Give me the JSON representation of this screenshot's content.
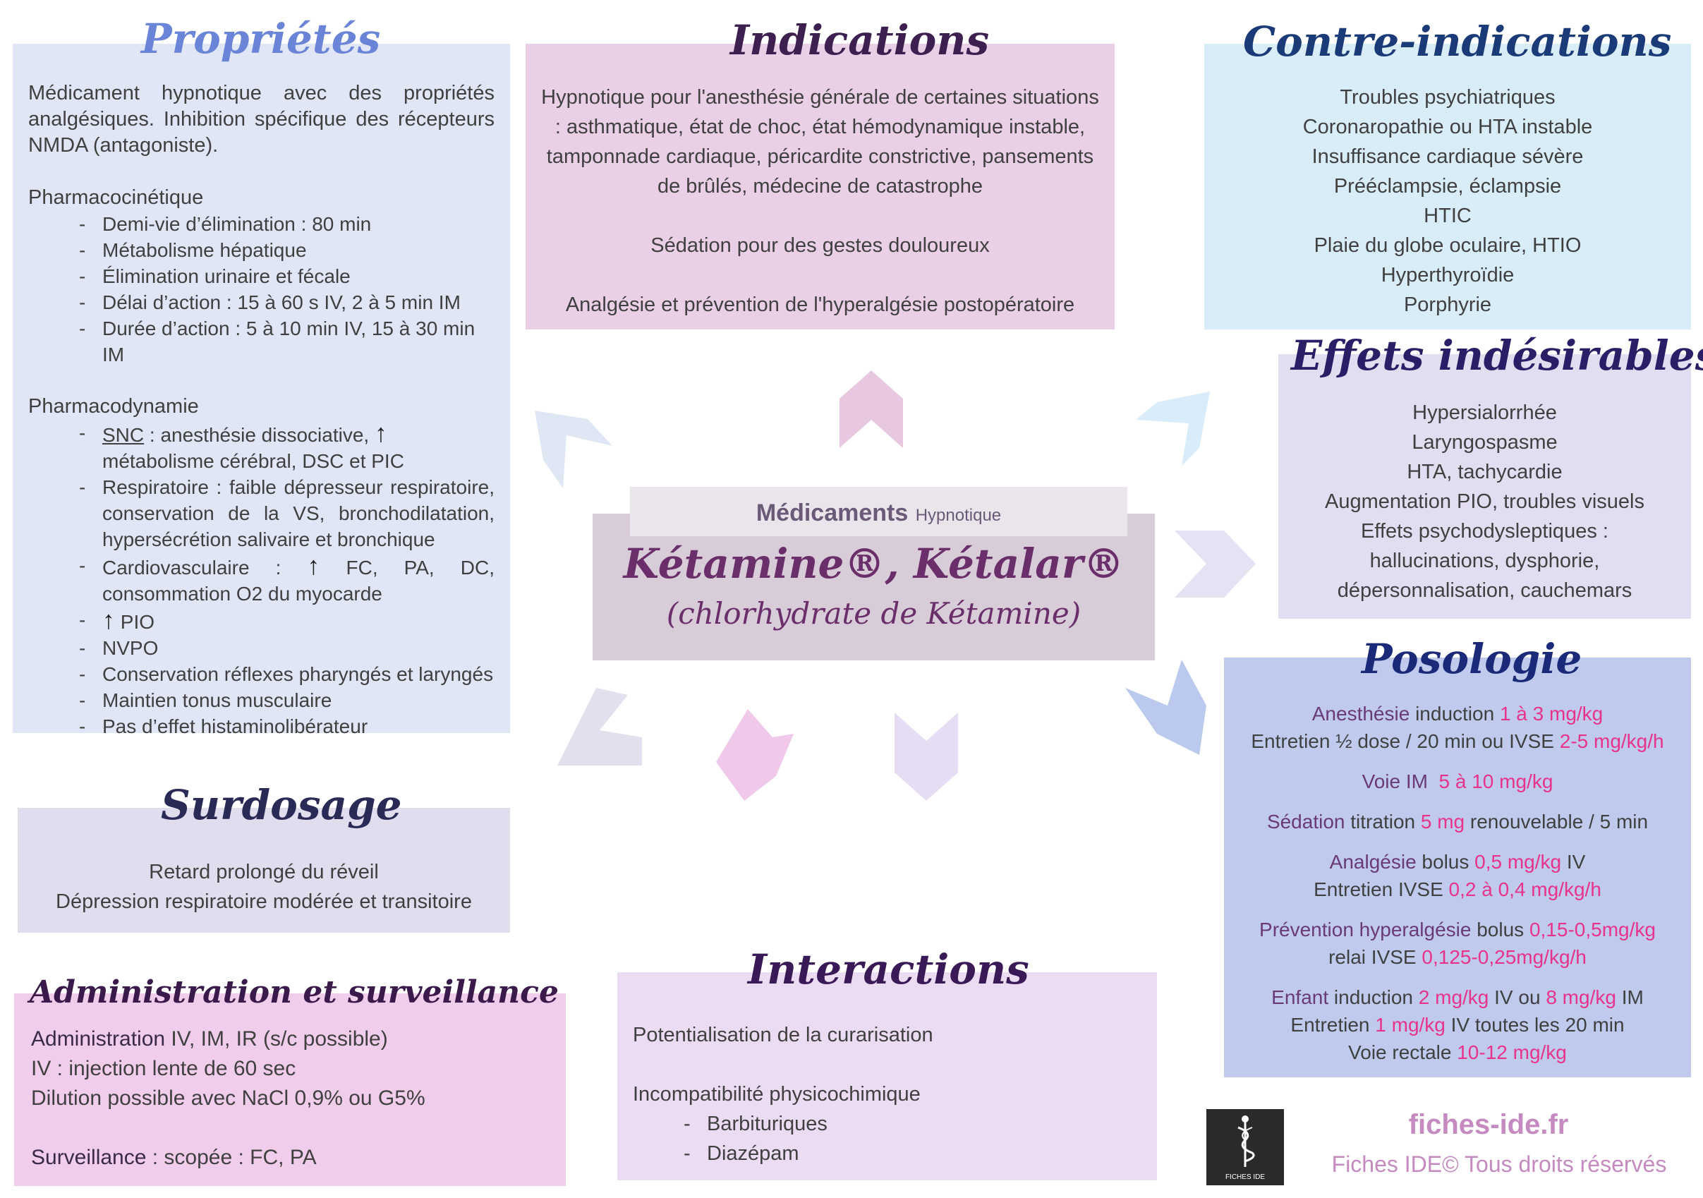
{
  "proprietes": {
    "title": "Propriétés",
    "intro": "Médicament hypnotique avec des propriétés analgésiques. Inhibition spécifique des récepteurs NMDA (antagoniste).",
    "pk_heading": "Pharmacocinétique",
    "pk_items": [
      "Demi-vie d’élimination : 80 min",
      "Métabolisme hépatique",
      "Élimination urinaire et fécale",
      "Délai d’action : 15 à 60 s IV, 2 à 5 min IM",
      "Durée d’action : 5 à 10 min IV, 15 à 30 min IM"
    ],
    "pd_heading": "Pharmacodynamie",
    "pd_snc_label": "SNC",
    "pd_snc_a": " : anesthésie dissociative, ",
    "pd_snc_b": " métabolisme cérébral, DSC et PIC",
    "pd_resp": "Respiratoire : faible dépresseur respiratoire, conservation de la VS, bronchodilatation, hypersécrétion salivaire et bronchique",
    "pd_cardio_a": "Cardiovasculaire : ",
    "pd_cardio_b": " FC, PA, DC, consommation O2 du myocarde",
    "pd_pio": " PIO",
    "pd_rest": [
      "NVPO",
      "Conservation réflexes pharyngés et laryngés",
      "Maintien tonus musculaire",
      "Pas d’effet histaminolibérateur"
    ],
    "up_arrow": "↑"
  },
  "indications": {
    "title": "Indications",
    "p1": "Hypnotique pour l'anesthésie générale de certaines situations : asthmatique, état de choc, état hémodynamique instable, tamponnade cardiaque, péricardite constrictive, pansements de brûlés, médecine de catastrophe",
    "p2": "Sédation pour des gestes douloureux",
    "p3": "Analgésie et prévention de l'hyperalgésie postopératoire"
  },
  "contre": {
    "title": "Contre-indications",
    "items": [
      "Troubles psychiatriques",
      "Coronaropathie ou HTA instable",
      "Insuffisance cardiaque sévère",
      "Prééclampsie, éclampsie",
      "HTIC",
      "Plaie du globe oculaire, HTIO",
      "Hyperthyroïdie",
      "Porphyrie"
    ]
  },
  "effets": {
    "title": "Effets indésirables",
    "items": [
      "Hypersialorrhée",
      "Laryngospasme",
      "HTA, tachycardie",
      "Augmentation PIO, troubles visuels",
      "Effets psychodysleptiques :",
      "hallucinations, dysphorie,",
      "dépersonnalisation, cauchemars"
    ]
  },
  "center": {
    "category": "Médicaments",
    "subcategory": "Hypnotique",
    "name": "Kétamine®, Kétalar®",
    "dci": "(chlorhydrate de Kétamine)"
  },
  "posologie": {
    "title": "Posologie",
    "anesthesie": {
      "b": "Anesthésie",
      "t1": " induction ",
      "v1": "1 à 3 mg/kg",
      "t2": "Entretien ½ dose / 20 min ou IVSE ",
      "v2": "2-5 mg/kg/h"
    },
    "im": {
      "b": "Voie IM",
      "v": "5 à 10 mg/kg"
    },
    "sedation": {
      "b": "Sédation",
      "t1": " titration ",
      "v1": "5 mg",
      "t2": " renouvelable / 5 min"
    },
    "analgesie": {
      "b": "Analgésie",
      "t1": " bolus ",
      "v1": "0,5 mg/kg",
      "t2": " IV",
      "t3": "Entretien IVSE ",
      "v2": "0,2 à 0,4 mg/kg/h"
    },
    "prevention": {
      "b": "Prévention hyperalgésie",
      "t1": " bolus ",
      "v1": "0,15-0,5mg/kg",
      "t2": "relai IVSE ",
      "v2": "0,125-0,25mg/kg/h"
    },
    "enfant": {
      "b": "Enfant",
      "t1": " induction ",
      "v1": "2 mg/kg",
      "t2": " IV ou ",
      "v2": "8 mg/kg",
      "t3": " IM",
      "t4": "Entretien ",
      "v3": "1 mg/kg",
      "t5": " IV toutes les 20 min",
      "t6": "Voie rectale ",
      "v4": "10-12 mg/kg"
    }
  },
  "surdosage": {
    "title": "Surdosage",
    "l1": "Retard prolongé du réveil",
    "l2": "Dépression respiratoire modérée et transitoire"
  },
  "admin": {
    "title": "Administration et surveillance",
    "a_label": "Administration",
    "a_text": " IV, IM, IR (s/c possible)",
    "l2": "IV : injection lente de 60 sec",
    "l3": "Dilution possible avec NaCl 0,9% ou G5%",
    "s_label": "Surveillance",
    "s_text": " : scopée : FC, PA"
  },
  "interactions": {
    "title": "Interactions",
    "l1": "Potentialisation de la curarisation",
    "l2": "Incompatibilité physicochimique",
    "items": [
      "Barbituriques",
      "Diazépam"
    ]
  },
  "footer": {
    "site": "fiches-ide.fr",
    "rights": "Fiches IDE© Tous droits réservés",
    "logo_text": "FICHES IDE"
  }
}
